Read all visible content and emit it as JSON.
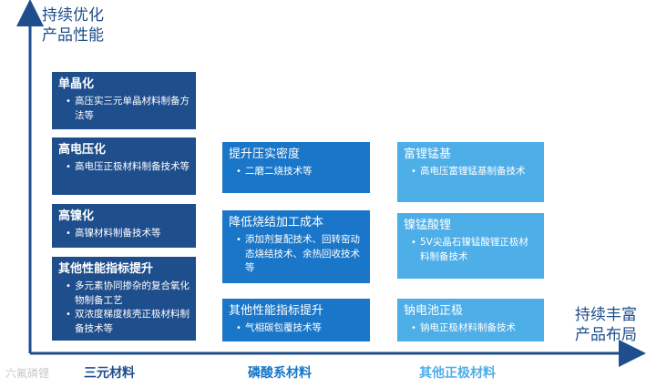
{
  "y_axis_label": [
    "持续优化",
    "产品性能"
  ],
  "x_axis_label": [
    "持续丰富",
    "产品布局"
  ],
  "categories": [
    "三元材料",
    "磷酸系材料",
    "其他正极材料"
  ],
  "watermark": "六氟磷锂",
  "columns": [
    {
      "boxes": [
        {
          "title": "单晶化",
          "items": [
            "高压实三元单晶材料制备方法等"
          ]
        },
        {
          "title": "高电压化",
          "items": [
            "高电压正极材料制备技术等"
          ]
        },
        {
          "title": "高镍化",
          "items": [
            "高镍材料制备技术等"
          ]
        },
        {
          "title": "其他性能指标提升",
          "items": [
            "多元素协同掺杂的复合氧化物制备工艺",
            "双浓度梯度核壳正极材料制备技术等"
          ]
        }
      ]
    },
    {
      "boxes": [
        {
          "title": "提升压实密度",
          "items": [
            "二磨二烧技术等"
          ]
        },
        {
          "title": "降低烧结加工成本",
          "items": [
            "添加剂复配技术、回转窑动态烧结技术、余热回收技术等"
          ]
        },
        {
          "title": "其他性能指标提升",
          "items": [
            "气相碳包覆技术等"
          ]
        }
      ]
    },
    {
      "boxes": [
        {
          "title": "富锂锰基",
          "items": [
            "高电压富锂锰基制备技术"
          ]
        },
        {
          "title": "镍锰酸锂",
          "items": [
            "5V尖晶石镍锰酸锂正极材料制备技术"
          ]
        },
        {
          "title": "钠电池正极",
          "items": [
            "钠电正极材料制备技术"
          ]
        }
      ]
    }
  ]
}
